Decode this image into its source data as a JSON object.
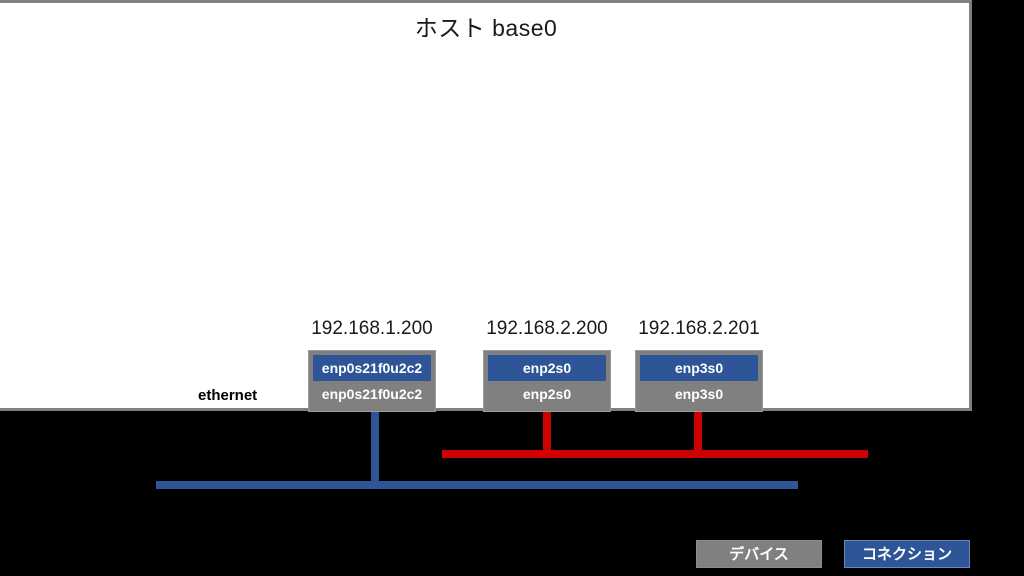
{
  "host": {
    "title": "ホスト base0",
    "row_label": "ethernet"
  },
  "interfaces": [
    {
      "ip": "192.168.1.200",
      "connection_name": "enp0s21f0u2c2",
      "device_name": "enp0s21f0u2c2",
      "bus": "blue"
    },
    {
      "ip": "192.168.2.200",
      "connection_name": "enp2s0",
      "device_name": "enp2s0",
      "bus": "red"
    },
    {
      "ip": "192.168.2.201",
      "connection_name": "enp3s0",
      "device_name": "enp3s0",
      "bus": "red"
    }
  ],
  "legend": {
    "device_label": "デバイス",
    "connection_label": "コネクション",
    "device_color": "#808080",
    "connection_color": "#2e5597"
  },
  "buses": [
    {
      "name": "blue-bus",
      "color": "#2e5597"
    },
    {
      "name": "red-bus",
      "color": "#ce0000"
    }
  ],
  "colors": {
    "panel_background": "#ffffff",
    "panel_border": "#808080",
    "canvas_background": "#000000",
    "connection_blue": "#2e5597",
    "device_gray": "#808080",
    "link_red": "#ce0000"
  }
}
